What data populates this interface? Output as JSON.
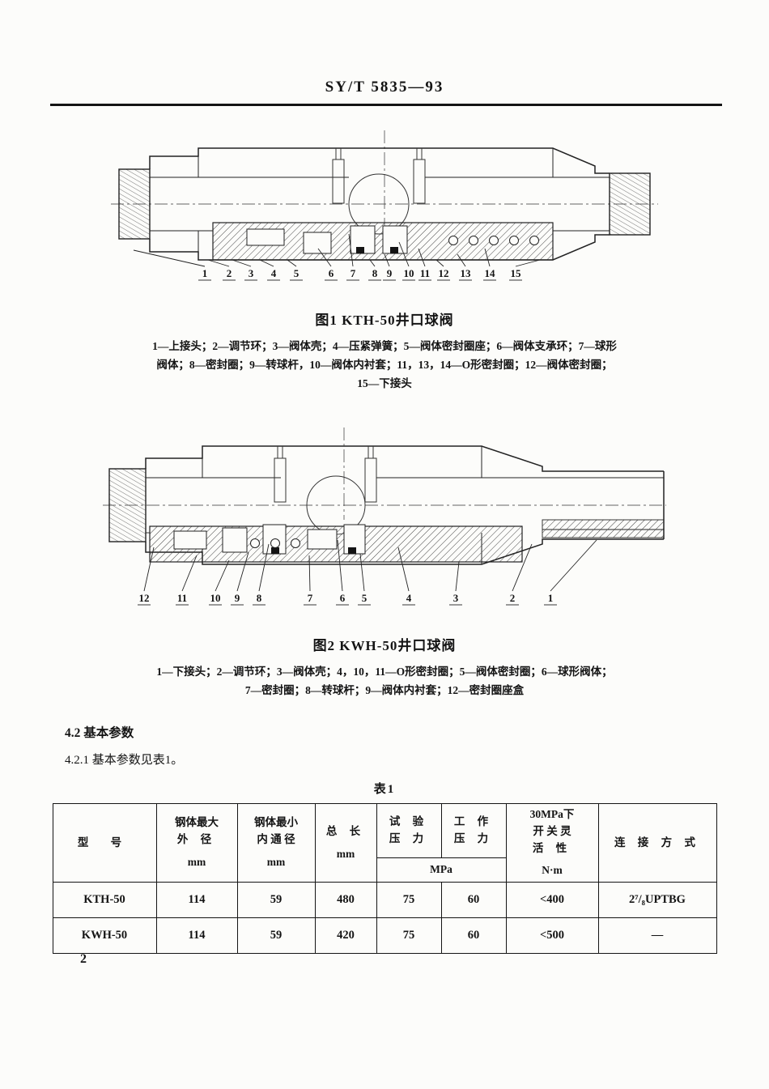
{
  "page": {
    "header_code": "SY/T 5835—93",
    "page_number": "2",
    "ink_color": "#141414",
    "paper_color": "#fcfcfa"
  },
  "figure1": {
    "caption": "图1  KTH-50井口球阀",
    "legend_line1": "1—上接头；2—调节环；3—阀体壳；4—压紧弹簧；5—阀体密封圈座；6—阀体支承环；7—球形",
    "legend_line2": "阀体；8—密封圈；9—转球杆，10—阀体内衬套；11，13，14—O形密封圈；12—阀体密封圈；",
    "legend_line3": "15—下接头",
    "callouts": [
      "1",
      "2",
      "3",
      "4",
      "5",
      "6",
      "7",
      "8",
      "9",
      "10",
      "11",
      "12",
      "13",
      "14",
      "15"
    ]
  },
  "figure2": {
    "caption": "图2  KWH-50井口球阀",
    "legend_line1": "1—下接头；2—调节环；3—阀体壳；4，10，11—O形密封圈；5—阀体密封圈；6—球形阀体；",
    "legend_line2": "7—密封圈；8—转球杆；9—阀体内衬套；12—密封圈座盒",
    "callouts": [
      "12",
      "11",
      "10",
      "9",
      "8",
      "7",
      "6",
      "5",
      "4",
      "3",
      "2",
      "1"
    ]
  },
  "section": {
    "heading_42": "4.2  基本参数",
    "para_421": "4.2.1  基本参数见表1。",
    "table_title": "表1"
  },
  "table1": {
    "header": {
      "model": "型 号",
      "od_l1": "钢体最大",
      "od_l2": "外 径",
      "od_unit": "mm",
      "id_l1": "钢体最小",
      "id_l2": "内 通 径",
      "id_unit": "mm",
      "len_l1": "总 长",
      "len_unit": "mm",
      "test_l1": "试 验",
      "test_l2": "压 力",
      "work_l1": "工 作",
      "work_l2": "压 力",
      "mpa": "MPa",
      "flex_l1": "30MPa下",
      "flex_l2": "开 关 灵",
      "flex_l3": "活 性",
      "flex_unit": "N·m",
      "conn": "连 接 方 式"
    },
    "rows": [
      {
        "model": "KTH-50",
        "od": "114",
        "id": "59",
        "length": "480",
        "test": "75",
        "work": "60",
        "flex": "<400",
        "conn": "2⁷/₈UPTBG"
      },
      {
        "model": "KWH-50",
        "od": "114",
        "id": "59",
        "length": "420",
        "test": "75",
        "work": "60",
        "flex": "<500",
        "conn": "—"
      }
    ]
  }
}
